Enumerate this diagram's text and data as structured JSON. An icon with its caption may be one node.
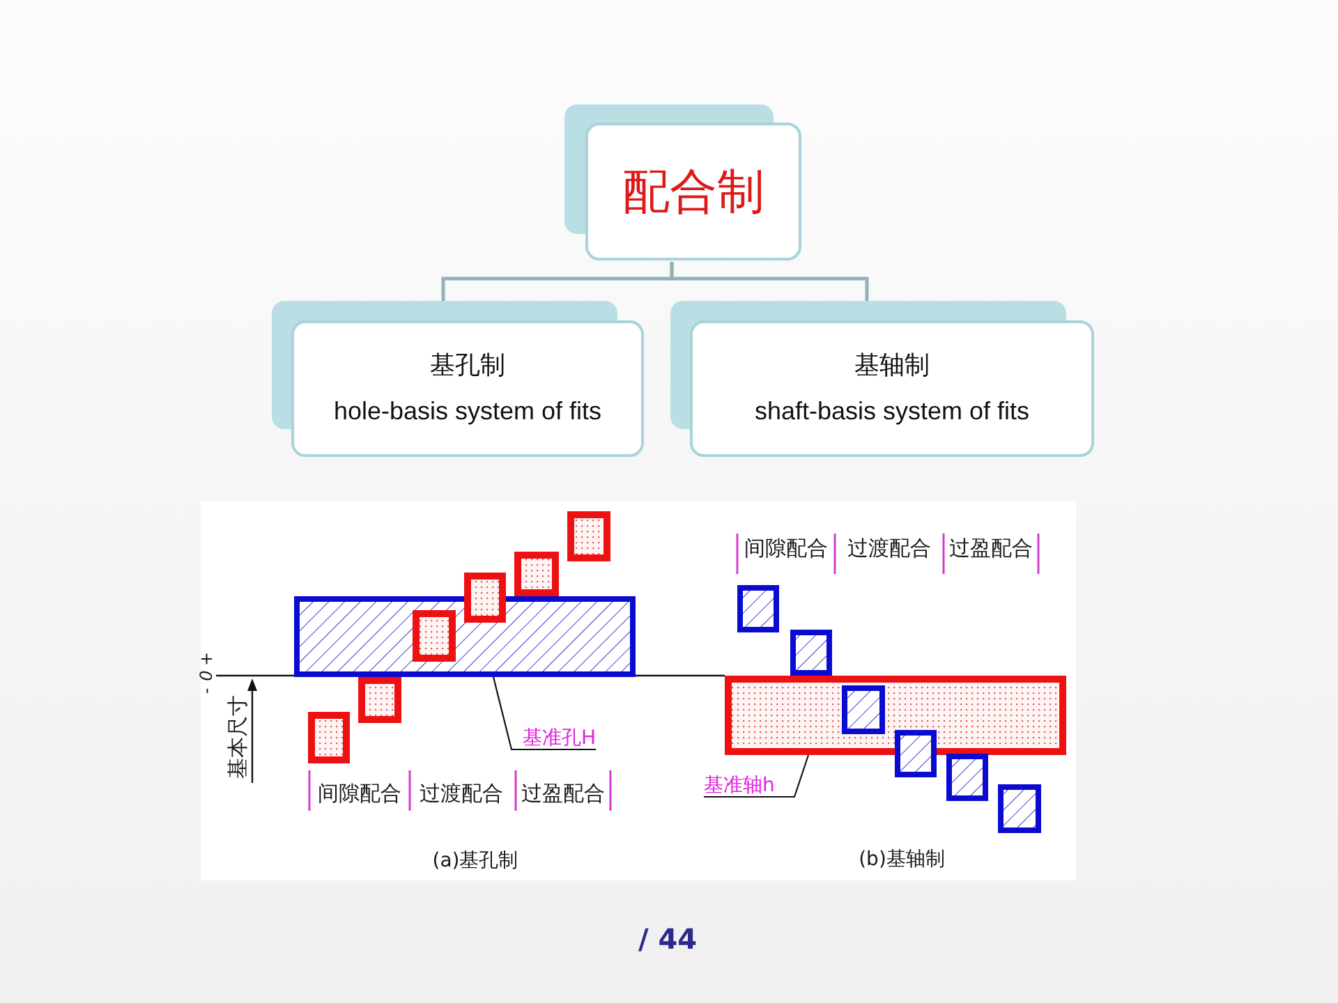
{
  "diagram": {
    "nodes": [
      {
        "text": [
          "配合制"
        ]
      },
      {
        "text": [
          "基孔制",
          "hole-basis system of fits"
        ]
      },
      {
        "text": [
          "基轴制",
          "shaft-basis system of fits"
        ]
      },
      {
        "text": [
          "基准孔H"
        ]
      },
      {
        "text": [],
        "shape": "box"
      },
      {
        "text": [
          "基准轴h"
        ]
      },
      {
        "text": [],
        "shape": "box"
      }
    ],
    "edges": [
      {
        "from": 0,
        "to": 1,
        "arrow": "none",
        "color": "#8fb3b8"
      },
      {
        "from": 0,
        "to": 2,
        "arrow": "none",
        "color": "#8fb3b8"
      },
      {
        "from": 3,
        "to": 4,
        "arrow": "none",
        "color": "#111111"
      },
      {
        "from": 5,
        "to": 6,
        "arrow": "none",
        "color": "#111111"
      }
    ],
    "labels": [
      "+",
      "0",
      "-",
      "基本尺寸",
      "间隙配合",
      "过渡配合",
      "过盈配合",
      "(a)基孔制",
      "间隙配合",
      "过渡配合",
      "过盈配合",
      "(b)基轴制",
      "/ 44"
    ]
  }
}
